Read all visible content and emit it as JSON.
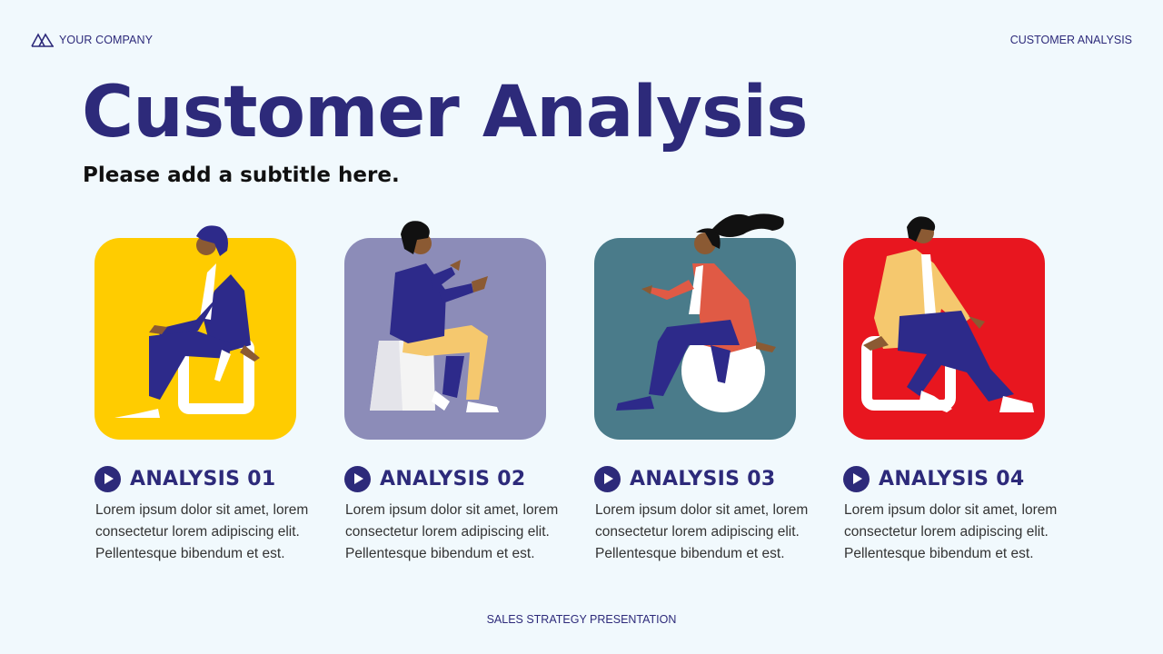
{
  "header": {
    "company": "YOUR COMPANY",
    "section": "CUSTOMER ANALYSIS"
  },
  "main": {
    "title": "Customer Analysis",
    "subtitle": "Please add a subtitle here."
  },
  "cards": [
    {
      "label": "ANALYSIS 01",
      "text": "Lorem ipsum dolor sit amet, lorem\nconsectetur lorem adipiscing elit.\nPellentesque bibendum et est.",
      "color": "#ffcc00",
      "illustration": "person-sitting-on-box"
    },
    {
      "label": "ANALYSIS 02",
      "text": "Lorem ipsum dolor sit amet, lorem\nconsectetur lorem adipiscing elit.\nPellentesque bibendum et est.",
      "color": "#8c8cb8",
      "illustration": "person-sitting-on-stool-gesturing"
    },
    {
      "label": "ANALYSIS 03",
      "text": "Lorem ipsum dolor sit amet, lorem\nconsectetur lorem adipiscing elit.\nPellentesque bibendum et est.",
      "color": "#4a7b8a",
      "illustration": "person-sitting-on-ball"
    },
    {
      "label": "ANALYSIS 04",
      "text": "Lorem ipsum dolor sit amet, lorem\nconsectetur lorem adipiscing elit.\nPellentesque bibendum et est.",
      "color": "#e8161f",
      "illustration": "person-sitting-on-frame"
    }
  ],
  "footer": {
    "text": "SALES STRATEGY PRESENTATION"
  }
}
